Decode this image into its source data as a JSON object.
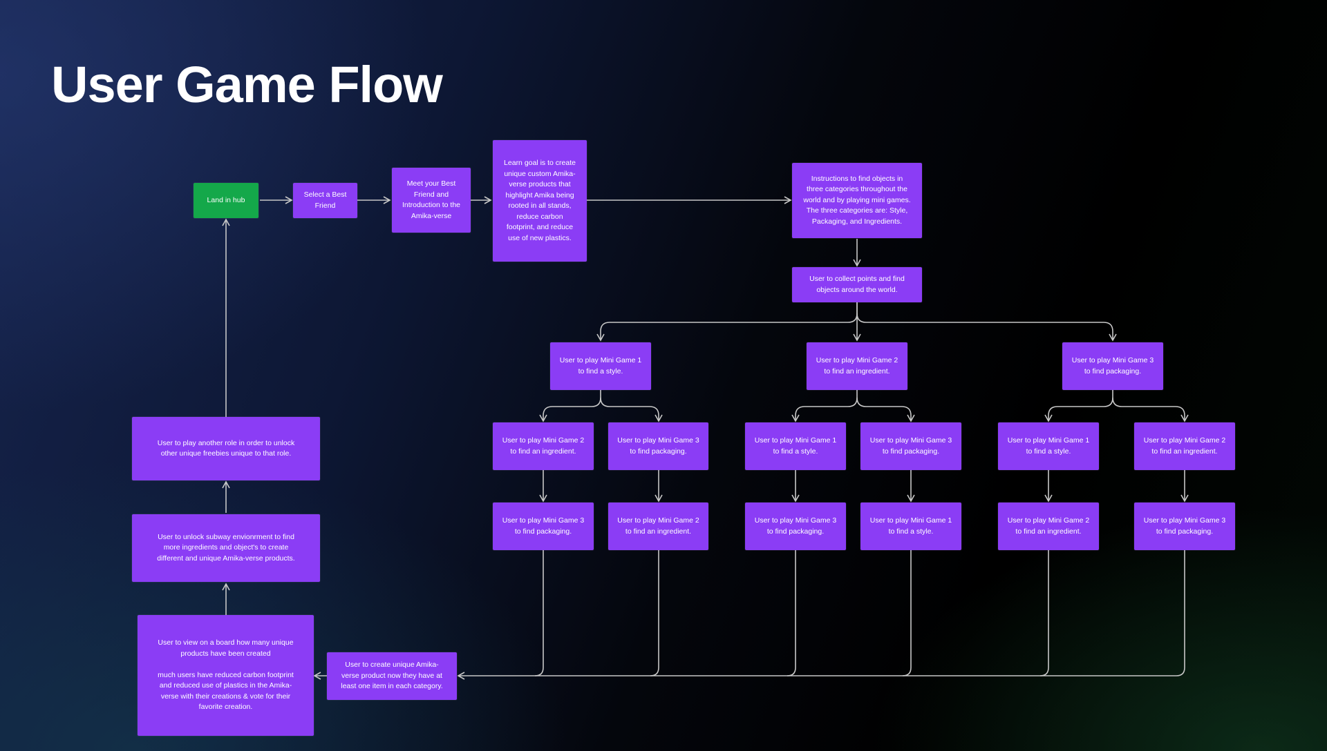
{
  "page": {
    "title": "User Game Flow"
  },
  "colors": {
    "node": "#8b3df5",
    "start_node": "#14a84a",
    "connector": "#c8c8c8"
  },
  "nodes": {
    "land_in_hub": "Land in hub",
    "select_best_friend": "Select a Best\nFriend",
    "meet_best_friend": "Meet your Best\nFriend and\nIntroduction to the\nAmika-verse",
    "learn_goal": "Learn goal is to create\nunique custom Amika-\nverse products that\nhighlight Amika being\nrooted in all stands,\nreduce carbon\nfootprint, and reduce\nuse of new plastics.",
    "instructions": "Instructions to find objects in\nthree categories throughout the\nworld and by playing mini games.\nThe three categories are: Style,\nPackaging, and Ingredients.",
    "collect_points": "User to collect points and find\nobjects around the world.",
    "mg1_style": "User to play Mini Game 1\nto find a style.",
    "mg2_ingredient": "User to play Mini Game 2\nto find an ingredient.",
    "mg3_packaging": "User to play Mini Game 3\nto find packaging.",
    "b1_mg2": "User to play Mini Game 2\nto find an ingredient.",
    "b1_mg3": "User to play Mini Game 3\nto find packaging.",
    "b2_mg1": "User to play Mini Game 1\nto find a style.",
    "b2_mg3": "User to play Mini Game 3\nto find packaging.",
    "b3_mg1": "User to play Mini Game 1\nto find a style.",
    "b3_mg2": "User to play Mini Game 2\nto find an ingredient.",
    "c1_mg3": "User to play Mini Game 3\nto find packaging.",
    "c1_mg2": "User to play Mini Game 2\nto find an ingredient.",
    "c2_mg3": "User to play Mini Game 3\nto find packaging.",
    "c2_mg1": "User to play Mini Game 1\nto find a style.",
    "c3_mg2": "User to play Mini Game 2\nto find an ingredient.",
    "c3_mg3": "User to play Mini Game 3\nto find packaging.",
    "create_product": "User to create unique Amika-\nverse product now they have at\nleast one item in each category.",
    "view_board": "User to view on a board how many unique\nproducts have been created\n\nmuch users have reduced carbon footprint\nand reduced use of plastics in the Amika-\nverse with their creations & vote for their\nfavorite creation.",
    "unlock_subway": "User to unlock subway envionrment to find\nmore ingredients and object's to create\ndifferent and unique Amika-verse products.",
    "play_another_role": "User to play another role  in order to unlock\nother unique freebies unique to that role."
  }
}
